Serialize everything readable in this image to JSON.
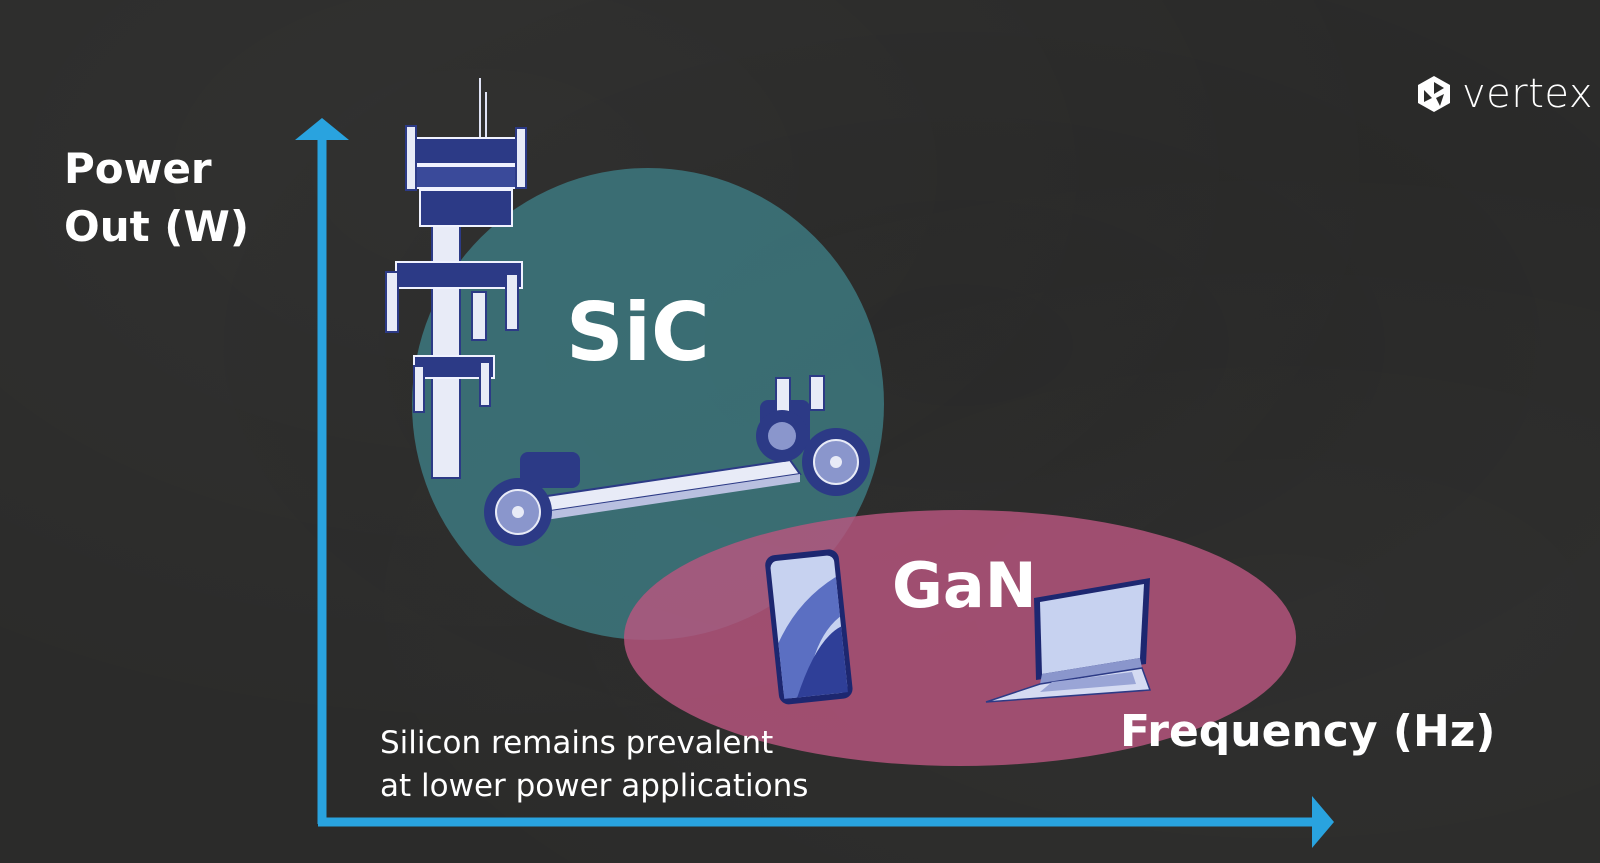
{
  "brand": {
    "name": "vertex",
    "logo_icon": "vertex-logo-icon"
  },
  "axes": {
    "y_label_line1": "Power",
    "y_label_line2": "Out (W)",
    "x_label": "Frequency (Hz)",
    "color": "#29a3df"
  },
  "regions": {
    "sic": {
      "label": "SiC",
      "color": "#3d7b82",
      "items": [
        "cell-tower-icon",
        "ev-chassis-icon"
      ]
    },
    "gan": {
      "label": "GaN",
      "color": "#b8567f",
      "items": [
        "smartphone-icon",
        "laptop-icon"
      ]
    }
  },
  "note": {
    "line1": "Silicon remains prevalent",
    "line2": "at lower power applications"
  },
  "colors": {
    "background": "#2b2b2a",
    "text": "#ffffff",
    "illustration": "#2c3a86"
  }
}
